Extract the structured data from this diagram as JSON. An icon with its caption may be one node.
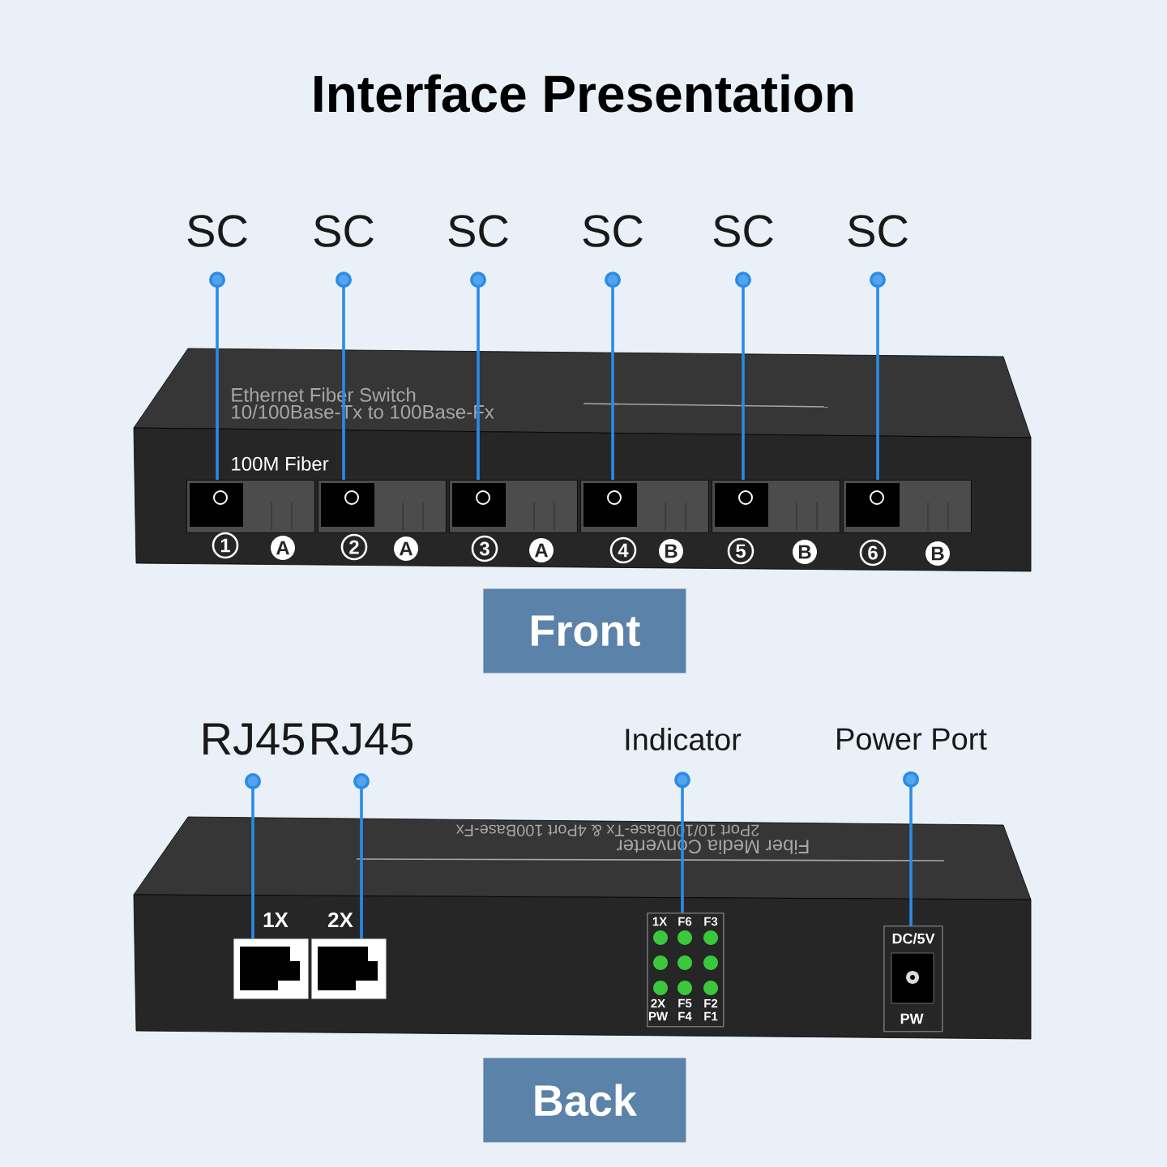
{
  "diagram": {
    "title": "Interface Presentation",
    "nodes": [
      {
        "text": [
          "SC"
        ]
      },
      {
        "text": [
          "SC"
        ]
      },
      {
        "text": [
          "SC"
        ]
      },
      {
        "text": [
          "SC"
        ]
      },
      {
        "text": [
          "SC"
        ]
      },
      {
        "text": [
          "SC"
        ]
      },
      {
        "text": [],
        "shape": "box"
      },
      {
        "text": [],
        "shape": "box"
      },
      {
        "text": [],
        "shape": "box"
      },
      {
        "text": [],
        "shape": "box"
      },
      {
        "text": [],
        "shape": "box"
      },
      {
        "text": [],
        "shape": "box"
      },
      {
        "text": [
          "RJ45"
        ]
      },
      {
        "text": [
          "RJ45"
        ]
      },
      {
        "text": [],
        "shape": "box"
      },
      {
        "text": [],
        "shape": "box"
      },
      {
        "text": [
          "Indicator"
        ]
      },
      {
        "text": [],
        "shape": "box"
      },
      {
        "text": [
          "Power Port"
        ]
      },
      {
        "text": [],
        "shape": "box"
      },
      {
        "text": [
          "Front"
        ]
      },
      {
        "text": [
          "Back"
        ]
      }
    ],
    "edges": [
      {
        "from": 0,
        "to": 6,
        "arrow": "other"
      },
      {
        "from": 1,
        "to": 7,
        "arrow": "other"
      },
      {
        "from": 2,
        "to": 8,
        "arrow": "other"
      },
      {
        "from": 3,
        "to": 9,
        "arrow": "other"
      },
      {
        "from": 4,
        "to": 10,
        "arrow": "other"
      },
      {
        "from": 5,
        "to": 11,
        "arrow": "other"
      },
      {
        "from": 12,
        "to": 14,
        "arrow": "other"
      },
      {
        "from": 13,
        "to": 15,
        "arrow": "other"
      },
      {
        "from": 16,
        "to": 17,
        "arrow": "other"
      },
      {
        "from": 18,
        "to": 19,
        "arrow": "other"
      }
    ],
    "labels": [
      "Ethernet Fiber Switch",
      "10/100Base-Tx to 100Base-Fx",
      "100M Fiber",
      "1",
      "A",
      "2",
      "A",
      "3",
      "A",
      "4",
      "B",
      "5",
      "B",
      "6",
      "B",
      "2Port 10/100Base-Tx & 4Port 100Base-Fx",
      "Fiber Media Converter",
      "1X",
      "2X",
      "1X",
      "F6",
      "F3",
      "2X",
      "F5",
      "F2",
      "PW",
      "F4",
      "F1",
      "DC/5V",
      "PW"
    ]
  }
}
